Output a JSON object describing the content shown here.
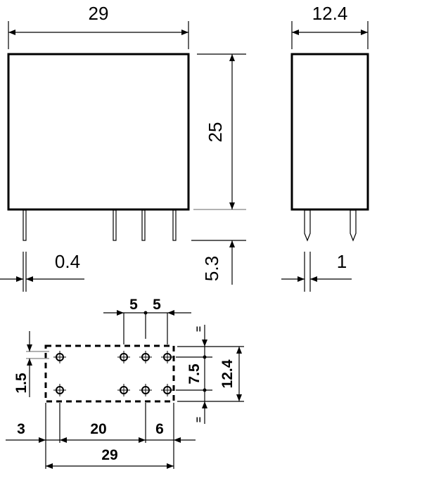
{
  "front_view": {
    "width_label": "29",
    "height_label": "25",
    "pin_length_label": "5.3",
    "pin_thickness_label": "0.4"
  },
  "side_view": {
    "width_label": "12.4",
    "pin_width_label": "1"
  },
  "footprint": {
    "pitch_a_label": "5",
    "pitch_b_label": "5",
    "row_spacing_label": "7.5",
    "depth_label": "12.4",
    "edge_offset_label": "1.5",
    "left_margin_label": "3",
    "span_label": "20",
    "right_margin_label": "6",
    "total_width_label": "29",
    "equal_top_label": "=",
    "equal_bottom_label": "="
  }
}
